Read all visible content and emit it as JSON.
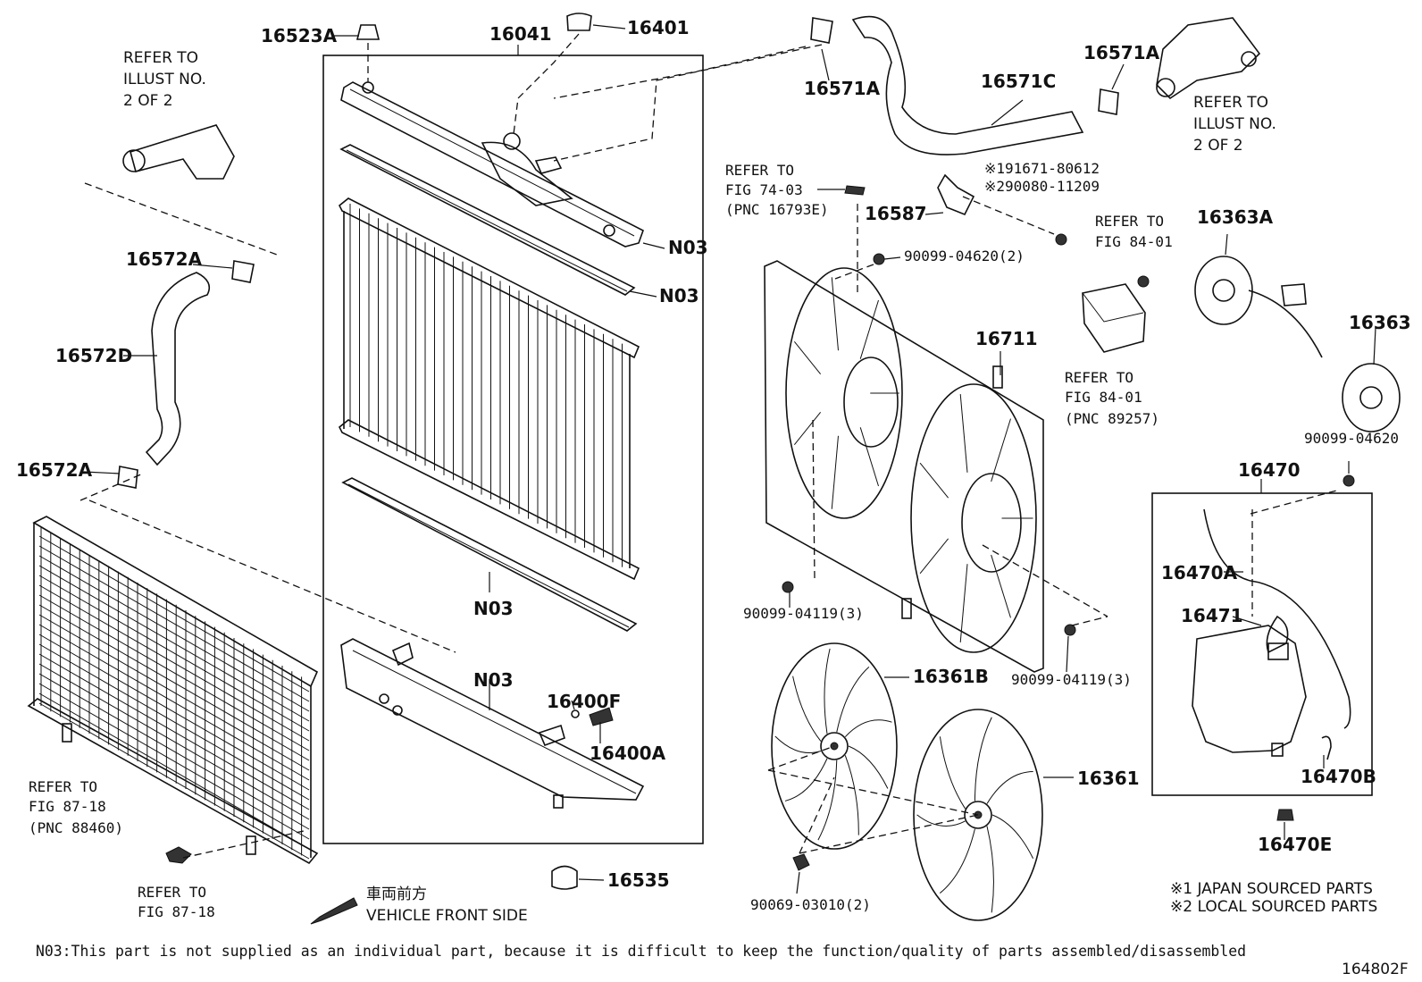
{
  "diagram": {
    "figure_code": "164802F",
    "labels": {
      "p16523A": "16523A",
      "p16041": "16041",
      "p16401": "16401",
      "p16571A_top": "16571A",
      "p16571C": "16571C",
      "p16571A_right": "16571A",
      "p16572A_top": "16572A",
      "p16572D": "16572D",
      "p16572A_bottom": "16572A",
      "n03_1": "N03",
      "n03_2": "N03",
      "n03_3": "N03",
      "n03_4": "N03",
      "p16587": "16587",
      "p16711": "16711",
      "p16363A": "16363A",
      "p16363": "16363",
      "p16470": "16470",
      "p16470A": "16470A",
      "p16471": "16471",
      "p16470B": "16470B",
      "p16470E": "16470E",
      "p16400F": "16400F",
      "p16400A": "16400A",
      "p16535": "16535",
      "p16361B": "16361B",
      "p16361": "16361",
      "bolt_90099_04620_2": "90099-04620(2)",
      "bolt_90099_04620": "90099-04620",
      "bolt_90099_04119_left": "90099-04119(3)",
      "bolt_90099_04119_right": "90099-04119(3)",
      "nut_90069_03010": "90069-03010(2)",
      "ref_191671": "※191671-80612",
      "ref_290080": "※290080-11209"
    },
    "refs": {
      "illust_left": [
        "REFER TO",
        "ILLUST NO.",
        "2 OF 2"
      ],
      "illust_right": [
        "REFER TO",
        "ILLUST NO.",
        "2 OF 2"
      ],
      "fig_74_03": [
        "REFER TO",
        "FIG 74-03",
        "(PNC 16793E)"
      ],
      "fig_84_01_a": [
        "REFER TO",
        "FIG 84-01"
      ],
      "fig_84_01_b": [
        "REFER TO",
        "FIG 84-01",
        "(PNC 89257)"
      ],
      "fig_87_18_a": [
        "REFER TO",
        "FIG 87-18",
        "(PNC 88460)"
      ],
      "fig_87_18_b": [
        "REFER TO",
        "FIG 87-18"
      ]
    },
    "front_jp": "車両前方",
    "front_en": "VEHICLE FRONT SIDE",
    "legend": [
      "※1 JAPAN SOURCED PARTS",
      "※2 LOCAL SOURCED PARTS"
    ],
    "footnote": "N03:This part is not supplied as an individual part, because it is difficult to keep the function/quality of parts assembled/disassembled"
  }
}
